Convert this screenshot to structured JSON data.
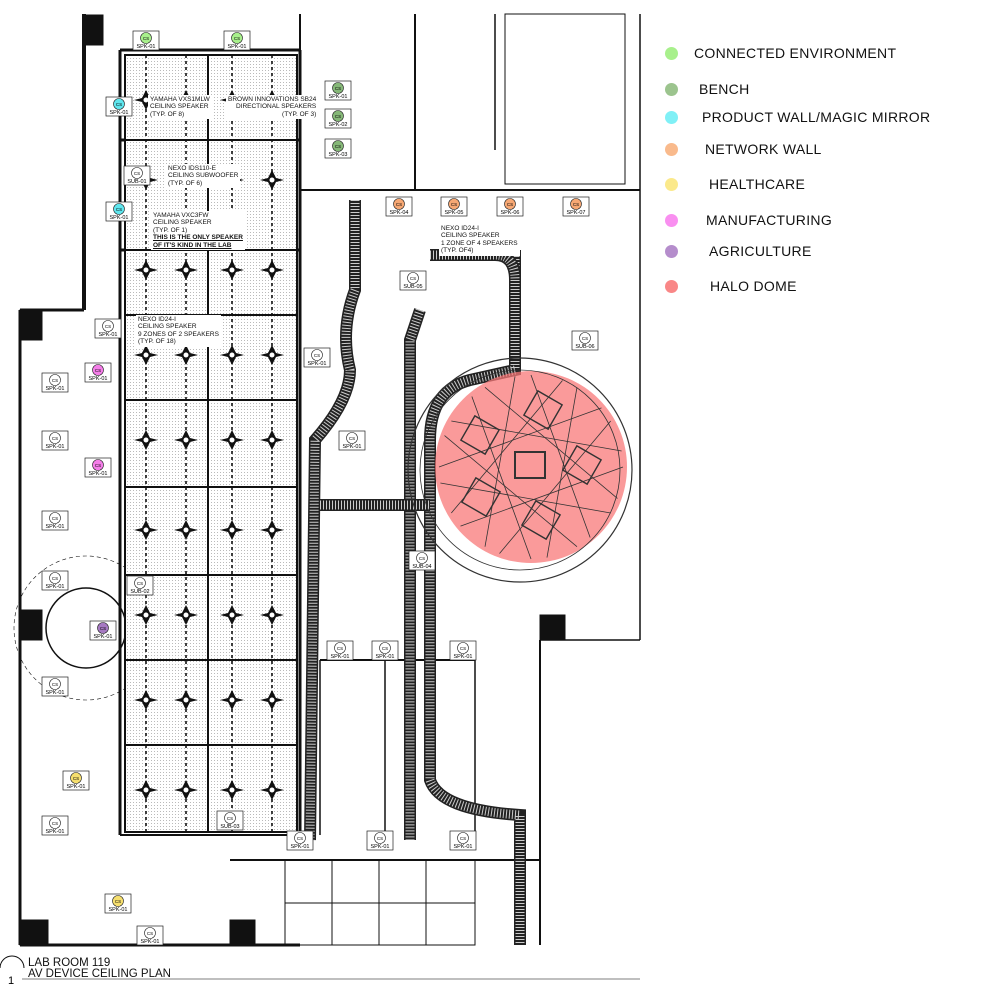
{
  "legend": [
    {
      "label": "CONNECTED ENVIRONMENT",
      "color": "#a8f08c"
    },
    {
      "label": "BENCH",
      "color": "#9cc48e"
    },
    {
      "label": "PRODUCT WALL/MAGIC MIRROR",
      "color": "#80f0f6"
    },
    {
      "label": "NETWORK WALL",
      "color": "#f9ba8c"
    },
    {
      "label": "HEALTHCARE",
      "color": "#fbe98b"
    },
    {
      "label": "MANUFACTURING",
      "color": "#f98ff0"
    },
    {
      "label": "AGRICULTURE",
      "color": "#b58dcc"
    },
    {
      "label": "HALO DOME",
      "color": "#f98787"
    }
  ],
  "halo_dome_color": "#f87878",
  "drawing": {
    "number": "1",
    "title_line1": "LAB ROOM 119",
    "title_line2": "AV DEVICE CEILING PLAN"
  },
  "callouts": {
    "yamaha_vxs": [
      "YAMAHA VXS1MLW",
      "CEILING SPEAKER",
      "(TYP. OF 8)"
    ],
    "brown": [
      "BROWN INNOVATIONS SB24",
      "DIRECTIONAL SPEAKERS",
      "(TYP. OF 3)"
    ],
    "nexo_ids": [
      "NEXO IDS110-E",
      "CEILING SUBWOOFER",
      "(TYP. OF 6)"
    ],
    "yamaha_vxc": [
      "YAMAHA VXC3FW",
      "CEILING SPEAKER",
      "(TYP. OF 1)"
    ],
    "yamaha_vxc_note": [
      "THIS IS THE ONLY SPEAKER",
      "OF IT'S KIND IN THE LAB"
    ],
    "nexo_id24_a": [
      "NEXO ID24-I",
      "CEILING SPEAKER",
      "9 ZONES OF 2 SPEAKERS",
      "(TYP. OF 18)"
    ],
    "nexo_id24_b": [
      "NEXO ID24-I",
      "CEILING SPEAKER",
      "1 ZONE OF 4 SPEAKERS",
      "(TYP. OF4)"
    ]
  },
  "device_code": "CS",
  "tags": [
    {
      "id": "SPK-01",
      "group": "connected"
    },
    {
      "id": "SPK-01",
      "group": "connected"
    },
    {
      "id": "SPK-01",
      "group": "bench"
    },
    {
      "id": "SPK-02",
      "group": "bench"
    },
    {
      "id": "SPK-03",
      "group": "bench"
    },
    {
      "id": "SPK-01",
      "group": "product"
    },
    {
      "id": "SPK-01",
      "group": "product"
    },
    {
      "id": "SPK-04",
      "group": "network"
    },
    {
      "id": "SPK-05",
      "group": "network"
    },
    {
      "id": "SPK-06",
      "group": "network"
    },
    {
      "id": "SPK-07",
      "group": "network"
    },
    {
      "id": "SPK-01",
      "group": "manufacturing"
    },
    {
      "id": "SPK-01",
      "group": "manufacturing"
    },
    {
      "id": "SPK-01",
      "group": "agriculture"
    },
    {
      "id": "SPK-01",
      "group": "healthcare"
    },
    {
      "id": "SPK-01",
      "group": "healthcare"
    },
    {
      "id": "SUB-01",
      "group": "none"
    },
    {
      "id": "SUB-02",
      "group": "none"
    },
    {
      "id": "SUB-03",
      "group": "none"
    },
    {
      "id": "SUB-04",
      "group": "none"
    },
    {
      "id": "SUB-05",
      "group": "none"
    },
    {
      "id": "SUB-06",
      "group": "none"
    },
    {
      "id": "SPK-01",
      "group": "none"
    },
    {
      "id": "SPK-01",
      "group": "none"
    },
    {
      "id": "SPK-01",
      "group": "none"
    },
    {
      "id": "SPK-01",
      "group": "none"
    },
    {
      "id": "SPK-01",
      "group": "none"
    },
    {
      "id": "SPK-01",
      "group": "none"
    },
    {
      "id": "SPK-01",
      "group": "none"
    },
    {
      "id": "SPK-01",
      "group": "none"
    },
    {
      "id": "SPK-01",
      "group": "none"
    },
    {
      "id": "SPK-01",
      "group": "none"
    },
    {
      "id": "SPK-01",
      "group": "none"
    },
    {
      "id": "SPK-01",
      "group": "none"
    },
    {
      "id": "SPK-01",
      "group": "none"
    },
    {
      "id": "SPK-01",
      "group": "none"
    },
    {
      "id": "SPK-01",
      "group": "none"
    },
    {
      "id": "SPK-01",
      "group": "none"
    }
  ],
  "group_colors": {
    "connected": "#a8f08c",
    "bench": "#86b878",
    "product": "#5fe6ee",
    "network": "#f7a874",
    "healthcare": "#f6df6e",
    "manufacturing": "#f57ee9",
    "agriculture": "#a679c2",
    "none": "#ffffff"
  }
}
